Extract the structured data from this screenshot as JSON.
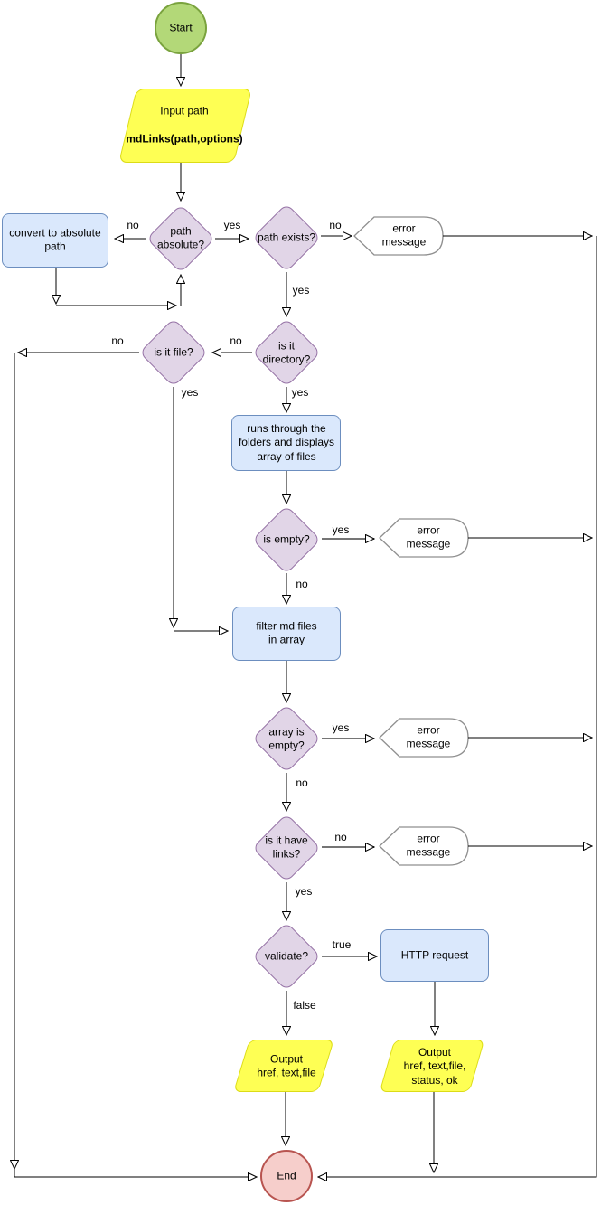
{
  "diagram": {
    "colors": {
      "start_fill": "#b3d878",
      "start_stroke": "#7aa33e",
      "io_fill": "#feff54",
      "io_stroke": "#dcdc17",
      "decision_fill": "#e1d5e7",
      "decision_stroke": "#9673a6",
      "process_fill": "#dae8fc",
      "process_stroke": "#6c8ebf",
      "display_fill": "#f4f4f4",
      "display_stroke": "#8f8f8f",
      "end_fill": "#f6cecb",
      "end_stroke": "#b85450",
      "edge": "#000000",
      "edge_highlight": "#757575"
    },
    "nodes": {
      "start": {
        "label": "Start"
      },
      "input_path": {
        "line1": "Input path",
        "line2": "mdLinks(path,options)"
      },
      "convert_absolute": {
        "label": "convert to absolute\npath"
      },
      "path_absolute": {
        "label": "path\nabsolute?"
      },
      "path_exists": {
        "label": "path exists?"
      },
      "error_1": {
        "label": "error\nmessage"
      },
      "is_directory": {
        "label": "is it\ndirectory?"
      },
      "is_file": {
        "label": "is it file?"
      },
      "runs_folders": {
        "label": "runs through the\nfolders and displays\narray of files"
      },
      "is_empty": {
        "label": "is empty?"
      },
      "error_2": {
        "label": "error\nmessage"
      },
      "filter_md": {
        "label": "filter md files\nin array"
      },
      "array_empty": {
        "label": "array is\nempty?"
      },
      "error_3": {
        "label": "error\nmessage"
      },
      "have_links": {
        "label": "is it have\nlinks?"
      },
      "error_4": {
        "label": "error\nmessage"
      },
      "validate": {
        "label": "validate?"
      },
      "http_request": {
        "label": "HTTP request"
      },
      "output_basic": {
        "label": "Output\nhref, text,file"
      },
      "output_validate": {
        "label": "Output\nhref, text,file,\nstatus, ok"
      },
      "end": {
        "label": "End"
      }
    },
    "edge_labels": {
      "path_absolute_no": "no",
      "path_absolute_yes": "yes",
      "path_exists_no": "no",
      "path_exists_yes": "yes",
      "is_directory_no": "no",
      "is_directory_yes": "yes",
      "is_file_no": "no",
      "is_file_yes": "yes",
      "is_empty_yes": "yes",
      "is_empty_no": "no",
      "array_empty_yes": "yes",
      "array_empty_no": "no",
      "have_links_no": "no",
      "have_links_yes": "yes",
      "validate_true": "true",
      "validate_false": "false"
    }
  }
}
